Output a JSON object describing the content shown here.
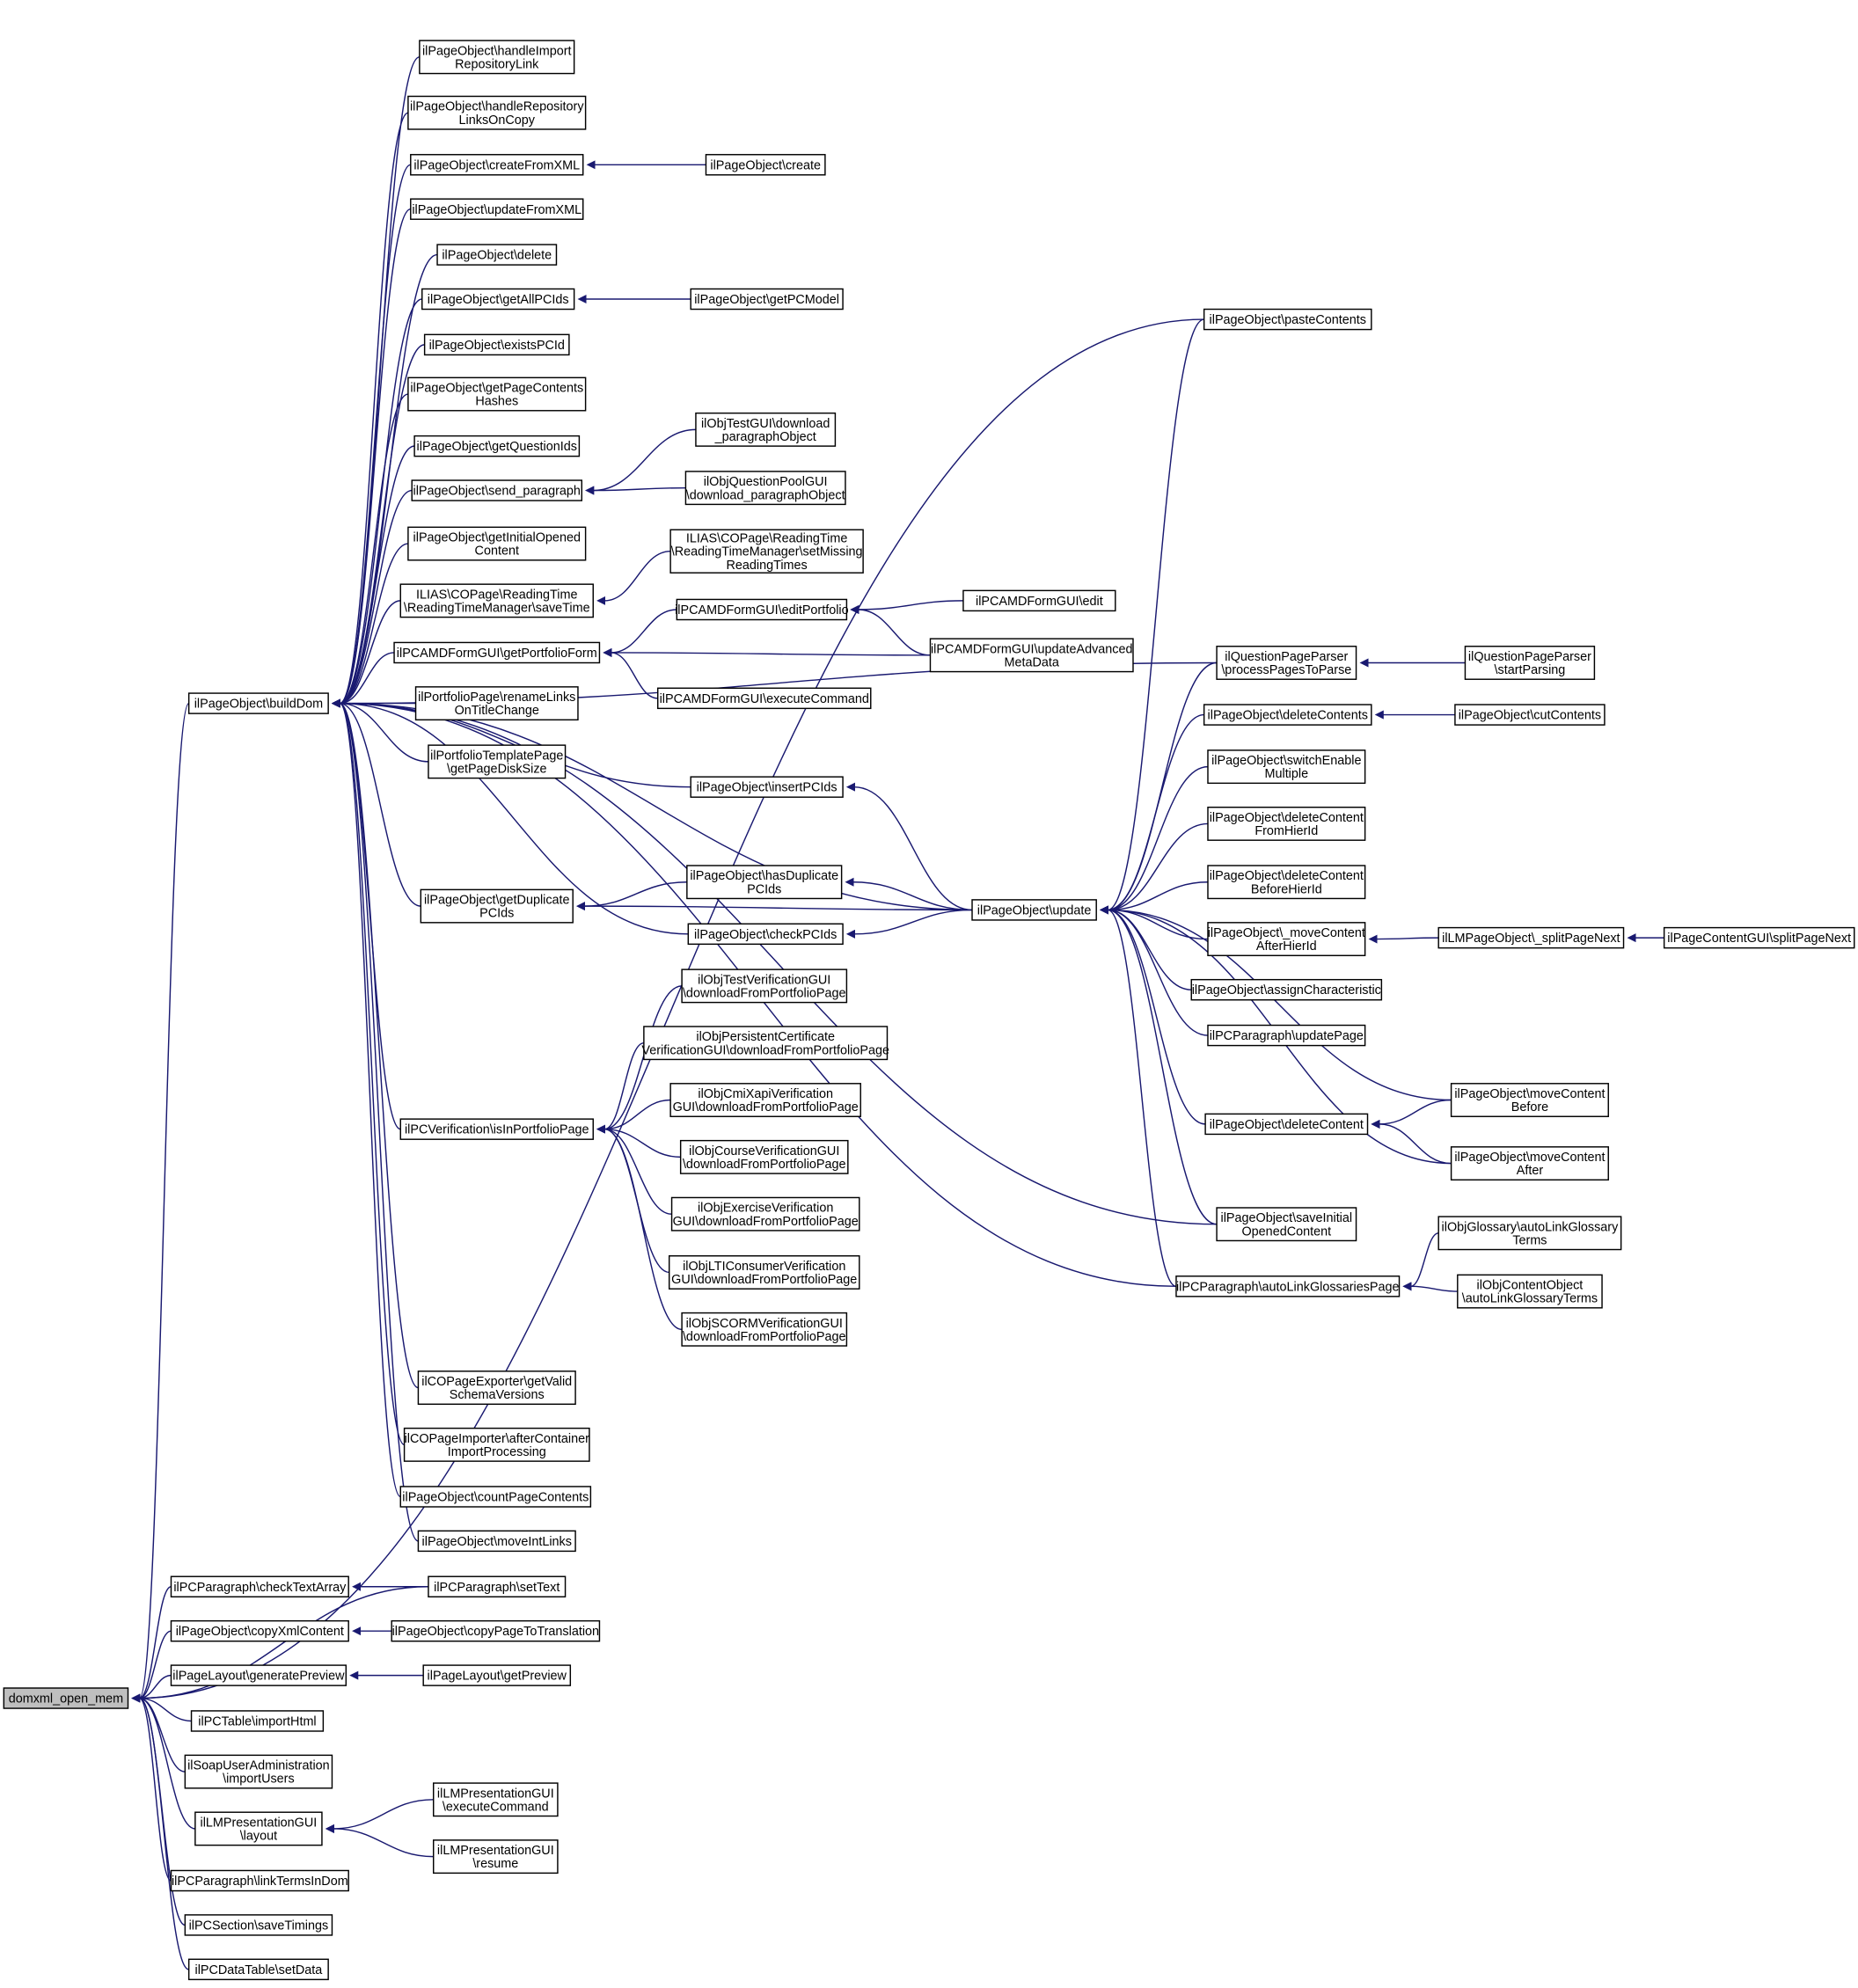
{
  "accent_colors": {
    "edge": "#191970",
    "root_fill": "#bfbfbf",
    "node_fill": "#ffffff"
  },
  "nodes": {
    "root": [
      "domxml_open_mem"
    ],
    "n_buildDom": [
      "ilPageObject\\buildDom"
    ],
    "n_pasteContents": [
      "ilPageObject\\pasteContents"
    ],
    "n_handleImport": [
      "ilPageObject\\handleImport",
      "RepositoryLink"
    ],
    "n_handleRepoLinks": [
      "ilPageObject\\handleRepository",
      "LinksOnCopy"
    ],
    "n_createFromXML": [
      "ilPageObject\\createFromXML"
    ],
    "n_create": [
      "ilPageObject\\create"
    ],
    "n_updateFromXML": [
      "ilPageObject\\updateFromXML"
    ],
    "n_delete": [
      "ilPageObject\\delete"
    ],
    "n_getAllPCIds": [
      "ilPageObject\\getAllPCIds"
    ],
    "n_getPCModel": [
      "ilPageObject\\getPCModel"
    ],
    "n_existsPCId": [
      "ilPageObject\\existsPCId"
    ],
    "n_getPageContentsHashes": [
      "ilPageObject\\getPageContents",
      "Hashes"
    ],
    "n_getQuestionIds": [
      "ilPageObject\\getQuestionIds"
    ],
    "n_sendParagraph": [
      "ilPageObject\\send_paragraph"
    ],
    "n_testDownloadPara": [
      "ilObjTestGUI\\download",
      "_paragraphObject"
    ],
    "n_qpoolDownloadPara": [
      "ilObjQuestionPoolGUI",
      "\\download_paragraphObject"
    ],
    "n_getInitialOpened": [
      "ilPageObject\\getInitialOpened",
      "Content"
    ],
    "n_rtSetMissing": [
      "ILIAS\\COPage\\ReadingTime",
      "\\ReadingTimeManager\\setMissing",
      "ReadingTimes"
    ],
    "n_rtSaveTime": [
      "ILIAS\\COPage\\ReadingTime",
      "\\ReadingTimeManager\\saveTime"
    ],
    "n_amdEditPortfolio": [
      "ilPCAMDFormGUI\\editPortfolio"
    ],
    "n_amdEdit": [
      "ilPCAMDFormGUI\\edit"
    ],
    "n_amdGetPortfolioForm": [
      "ilPCAMDFormGUI\\getPortfolioForm"
    ],
    "n_amdUpdateAdvanced": [
      "ilPCAMDFormGUI\\updateAdvanced",
      "MetaData"
    ],
    "n_amdExecuteCommand": [
      "ilPCAMDFormGUI\\executeCommand"
    ],
    "n_portfolioRenameLinks": [
      "ilPortfolioPage\\renameLinks",
      "OnTitleChange"
    ],
    "n_portfolioTemplateDisk": [
      "ilPortfolioTemplatePage",
      "\\getPageDiskSize"
    ],
    "n_qppProcessPages": [
      "ilQuestionPageParser",
      "\\processPagesToParse"
    ],
    "n_qppStartParsing": [
      "ilQuestionPageParser",
      "\\startParsing"
    ],
    "n_deleteContents": [
      "ilPageObject\\deleteContents"
    ],
    "n_cutContents": [
      "ilPageObject\\cutContents"
    ],
    "n_switchEnable": [
      "ilPageObject\\switchEnable",
      "Multiple"
    ],
    "n_insertPCIds": [
      "ilPageObject\\insertPCIds"
    ],
    "n_deleteContentFromHier": [
      "ilPageObject\\deleteContent",
      "FromHierId"
    ],
    "n_deleteContentBeforeHier": [
      "ilPageObject\\deleteContent",
      "BeforeHierId"
    ],
    "n_hasDuplicatePCIds": [
      "ilPageObject\\hasDuplicate",
      "PCIds"
    ],
    "n_getDuplicatePCIds": [
      "ilPageObject\\getDuplicate",
      "PCIds"
    ],
    "n_update": [
      "ilPageObject\\update"
    ],
    "n_checkPCIds": [
      "ilPageObject\\checkPCIds"
    ],
    "n_moveContentAfterHier": [
      "ilPageObject\\_moveContent",
      "AfterHierId"
    ],
    "n_lmSplitPageNext": [
      "ilLMPageObject\\_splitPageNext"
    ],
    "n_pcGuiSplitPageNext": [
      "ilPageContentGUI\\splitPageNext"
    ],
    "n_assignCharacteristic": [
      "ilPageObject\\assignCharacteristic"
    ],
    "n_testVerifDownload": [
      "ilObjTestVerificationGUI",
      "\\downloadFromPortfolioPage"
    ],
    "n_pcParaUpdatePage": [
      "ilPCParagraph\\updatePage"
    ],
    "n_persistentCertDownload": [
      "ilObjPersistentCertificate",
      "VerificationGUI\\downloadFromPortfolioPage"
    ],
    "n_cmiXapiDownload": [
      "ilObjCmiXapiVerification",
      "GUI\\downloadFromPortfolioPage"
    ],
    "n_moveContentBefore": [
      "ilPageObject\\moveContent",
      "Before"
    ],
    "n_isInPortfolioPage": [
      "ilPCVerification\\isInPortfolioPage"
    ],
    "n_deleteContent": [
      "ilPageObject\\deleteContent"
    ],
    "n_courseVerifDownload": [
      "ilObjCourseVerificationGUI",
      "\\downloadFromPortfolioPage"
    ],
    "n_moveContentAfter": [
      "ilPageObject\\moveContent",
      "After"
    ],
    "n_exerciseVerifDownload": [
      "ilObjExerciseVerification",
      "GUI\\downloadFromPortfolioPage"
    ],
    "n_saveInitialOpened": [
      "ilPageObject\\saveInitial",
      "OpenedContent"
    ],
    "n_glossaryAutoLink": [
      "ilObjGlossary\\autoLinkGlossary",
      "Terms"
    ],
    "n_ltiVerifDownload": [
      "ilObjLTIConsumerVerification",
      "GUI\\downloadFromPortfolioPage"
    ],
    "n_autoLinkGlossariesPage": [
      "ilPCParagraph\\autoLinkGlossariesPage"
    ],
    "n_contentObjAutoLink": [
      "ilObjContentObject",
      "\\autoLinkGlossaryTerms"
    ],
    "n_scormVerifDownload": [
      "ilObjSCORMVerificationGUI",
      "\\downloadFromPortfolioPage"
    ],
    "n_coExporterSchema": [
      "ilCOPageExporter\\getValid",
      "SchemaVersions"
    ],
    "n_coImporterAfter": [
      "ilCOPageImporter\\afterContainer",
      "ImportProcessing"
    ],
    "n_countPageContents": [
      "ilPageObject\\countPageContents"
    ],
    "n_moveIntLinks": [
      "ilPageObject\\moveIntLinks"
    ],
    "n_checkTextArray": [
      "ilPCParagraph\\checkTextArray"
    ],
    "n_setText": [
      "ilPCParagraph\\setText"
    ],
    "n_copyXmlContent": [
      "ilPageObject\\copyXmlContent"
    ],
    "n_copyPageToTranslation": [
      "ilPageObject\\copyPageToTranslation"
    ],
    "n_generatePreview": [
      "ilPageLayout\\generatePreview"
    ],
    "n_getPreview": [
      "ilPageLayout\\getPreview"
    ],
    "n_pcTableImportHtml": [
      "ilPCTable\\importHtml"
    ],
    "n_soapImportUsers": [
      "ilSoapUserAdministration",
      "\\importUsers"
    ],
    "n_lmPresExecuteCommand": [
      "ilLMPresentationGUI",
      "\\executeCommand"
    ],
    "n_lmPresLayout": [
      "ilLMPresentationGUI",
      "\\layout"
    ],
    "n_lmPresResume": [
      "ilLMPresentationGUI",
      "\\resume"
    ],
    "n_linkTermsInDom": [
      "ilPCParagraph\\linkTermsInDom"
    ],
    "n_sectionSaveTimings": [
      "ilPCSection\\saveTimings"
    ],
    "n_dataTableSetData": [
      "ilPCDataTable\\setData"
    ]
  }
}
